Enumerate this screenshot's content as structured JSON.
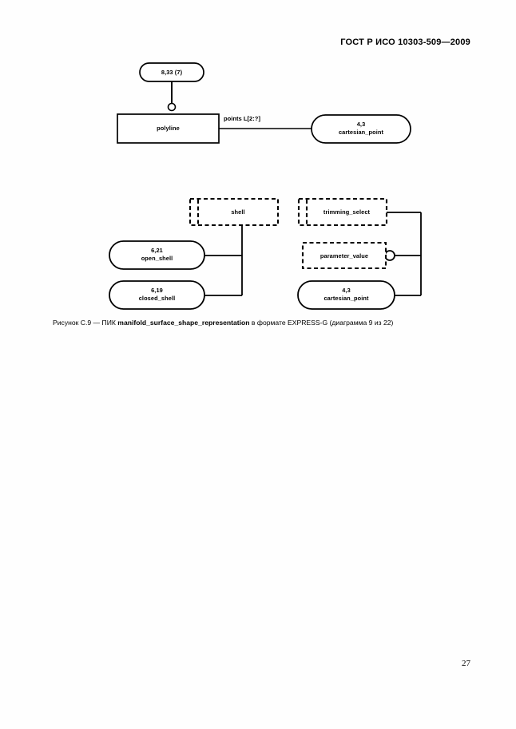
{
  "document": {
    "header": "ГОСТ Р ИСО 10303-509—2009",
    "page_number": "27"
  },
  "caption": {
    "prefix": "Рисунок С.9 — ПИК ",
    "entity": "manifold_surface_shape_representation",
    "suffix": " в формате EXPRESS-G (диаграмма 9 из 22)"
  },
  "diagram": {
    "title": "manifold_surface_shape_representation EXPRESS-G diagram 9 of 22",
    "nodes": {
      "ref_833": {
        "number": "8,33 (7)",
        "name": ""
      },
      "polyline": {
        "number": "",
        "name": "polyline"
      },
      "cartesian_point_top": {
        "number": "4,3",
        "name": "cartesian_point"
      },
      "shell": {
        "number": "",
        "name": "shell"
      },
      "open_shell": {
        "number": "6,21",
        "name": "open_shell"
      },
      "closed_shell": {
        "number": "6,19",
        "name": "closed_shell"
      },
      "trimming_select": {
        "number": "",
        "name": "trimming_select"
      },
      "parameter_value": {
        "number": "",
        "name": "parameter_value"
      },
      "cartesian_point_bottom": {
        "number": "4,3",
        "name": "cartesian_point"
      }
    },
    "edges": {
      "points": "points L[2:?]"
    },
    "colors": {
      "stroke": "#000000",
      "fill": "#ffffff",
      "text": "#000000"
    }
  }
}
